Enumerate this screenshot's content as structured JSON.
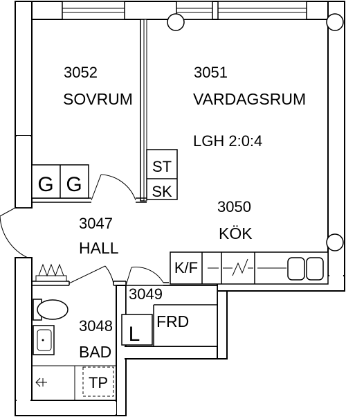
{
  "plan": {
    "apartment": "LGH 2:0:4",
    "rooms": [
      {
        "number": "3052",
        "name": "SOVRUM"
      },
      {
        "number": "3051",
        "name": "VARDAGSRUM"
      },
      {
        "number": "3047",
        "name": "HALL"
      },
      {
        "number": "3050",
        "name": "KÖK"
      },
      {
        "number": "3049",
        "name": "FRD"
      },
      {
        "number": "3048",
        "name": "BAD"
      }
    ],
    "fixtures": {
      "wardrobe_1": "G",
      "wardrobe_2": "G",
      "storage_st": "ST",
      "storage_sk": "SK",
      "fridge_freezer": "K/F",
      "pantry_l": "L",
      "washer_dryer": "TP"
    }
  }
}
